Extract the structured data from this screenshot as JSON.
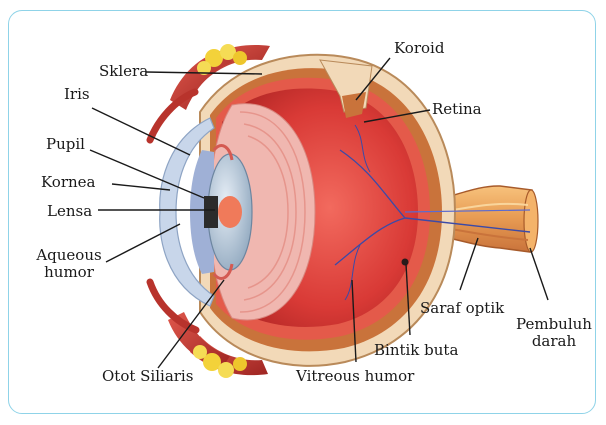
{
  "labels": {
    "sklera": "Sklera",
    "iris": "Iris",
    "pupil": "Pupil",
    "kornea": "Kornea",
    "lensa": "Lensa",
    "aqueous_line1": "Aqueous",
    "aqueous_line2": "humor",
    "otot_siliaris": "Otot Siliaris",
    "koroid": "Koroid",
    "retina": "Retina",
    "saraf_optik": "Saraf  optik",
    "pembuluh_line1": "Pembuluh",
    "pembuluh_line2": "darah",
    "bintik_buta": "Bintik buta",
    "vitreous_humor": "Vitreous humor"
  },
  "colors": {
    "frame": "#8fd3e8",
    "sclera": "#f2d9b8",
    "choroid": "#c9733b",
    "retina": "#e45a4a",
    "vitreous": "#d93a36",
    "muscle": "#c2362f",
    "fat": "#f3d23a",
    "ciliary": "#f0b7b0",
    "lens": "#9fb5c8",
    "cornea": "#c8d6ea",
    "nerve": "#e79a52",
    "vessel": "#3b4aa8"
  }
}
